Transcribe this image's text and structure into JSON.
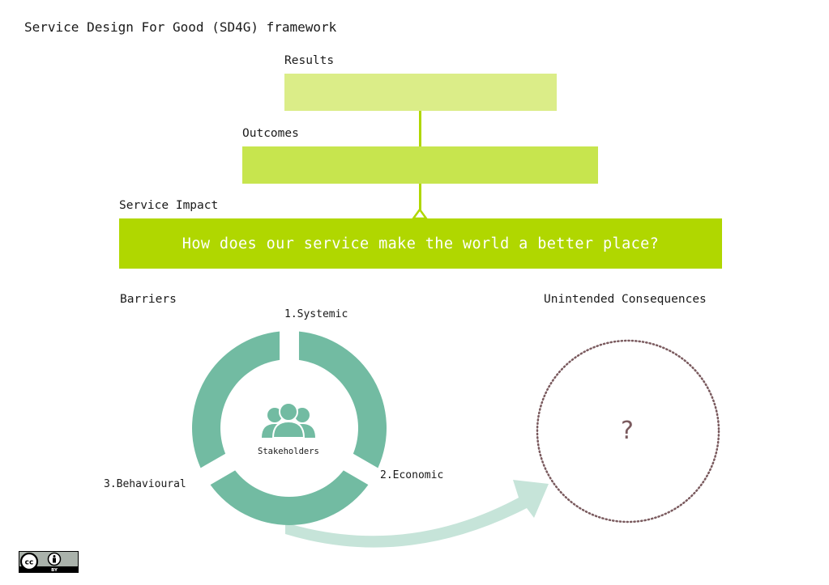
{
  "title": "Service Design For Good (SD4G) framework",
  "levels": {
    "results": {
      "label": "Results"
    },
    "outcomes": {
      "label": "Outcomes"
    },
    "impact": {
      "label": "Service Impact",
      "question": "How does our service make the world a better place?"
    }
  },
  "barriers": {
    "heading": "Barriers",
    "center_label": "Stakeholders",
    "center_icon": "people-group-icon",
    "segments": [
      {
        "label": "1.Systemic"
      },
      {
        "label": "2.Economic"
      },
      {
        "label": "3.Behavioural"
      }
    ]
  },
  "consequences": {
    "heading": "Unintended Consequences",
    "placeholder": "?"
  },
  "license": {
    "badge_text": "BY",
    "icon": "creative-commons-by-icon"
  },
  "colors": {
    "results": "#dbed88",
    "outcomes": "#c7e54e",
    "impact": "#b0d700",
    "ring": "#72bba2",
    "arrow": "#c6e4d9",
    "dotted_circle": "#7a5a5e"
  }
}
